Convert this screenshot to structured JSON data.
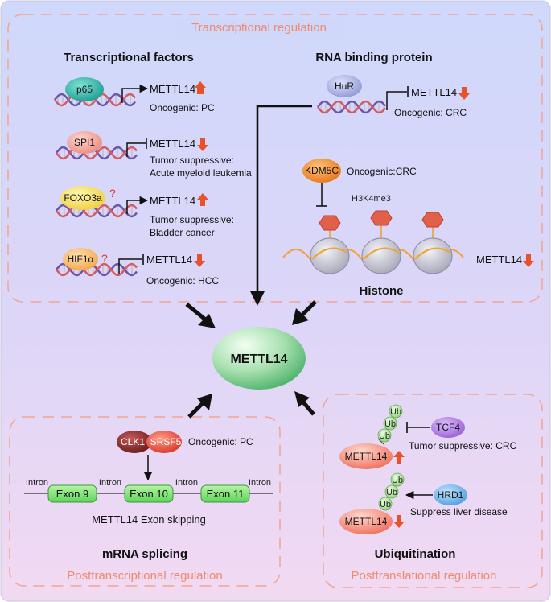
{
  "sections": {
    "transcriptional": "Transcriptional regulation",
    "posttranscriptional": "Posttranscriptional regulation",
    "posttranslational": "Posttranslational regulation"
  },
  "headings": {
    "tf": "Transcriptional factors",
    "rbp": "RNA binding protein",
    "histone": "Histone",
    "splicing": "mRNA splicing",
    "ubiquitination": "Ubiquitination"
  },
  "center": "METTL14",
  "tf": [
    {
      "factor": "p65",
      "gene": "METTL14",
      "note": "Oncogenic: PC",
      "note2": "",
      "question": ""
    },
    {
      "factor": "SPI1",
      "gene": "METTL14",
      "note": "Tumor suppressive:",
      "note2": "Acute myeloid leukemia",
      "question": ""
    },
    {
      "factor": "FOXO3a",
      "gene": "METTL14",
      "note": "Tumor suppressive:",
      "note2": "Bladder cancer",
      "question": "?"
    },
    {
      "factor": "HIF1α",
      "gene": "METTL14",
      "note": "Oncogenic: HCC",
      "note2": "",
      "question": "?"
    }
  ],
  "rbp": {
    "factor": "HuR",
    "gene": "METTL14",
    "note": "Oncogenic: CRC"
  },
  "histone": {
    "enzyme": "KDM5C",
    "note": "Oncogenic:CRC",
    "mark": "H3K4me3",
    "gene": "METTL14"
  },
  "splicing": {
    "factor1": "CLK1",
    "factor2": "SRSF5",
    "note": "Oncogenic: PC",
    "intron": "Intron",
    "exons": [
      "Exon 9",
      "Exon 10",
      "Exon 11"
    ],
    "caption": "METTL14 Exon skipping"
  },
  "ubiquitination": {
    "ub": "Ub",
    "top": {
      "gene": "METTL14",
      "factor": "TCF4",
      "note": "Tumor suppressive: CRC"
    },
    "bottom": {
      "gene": "METTL14",
      "factor": "HRD1",
      "note": "Suppress liver disease"
    }
  },
  "colors": {
    "up_arrow": "#e8522a",
    "down_arrow": "#e8522a",
    "section_title": "#f08a6c",
    "dashed_border": "#f4a48e",
    "p65": "#2bb3a8",
    "SPI1": "#f3a19a",
    "FOXO3a": "#f3dc63",
    "HIF1a": "#f7b86a",
    "HuR": "#9aa3d8",
    "KDM5C": "#f2902a",
    "CLK1": "#8e2a2a",
    "SRSF5": "#e84a3a",
    "TCF4": "#a36ad6",
    "HRD1": "#5aa6e6",
    "center": "#6fc283",
    "exon": "#7be07a",
    "ub": "#9fe08a"
  }
}
